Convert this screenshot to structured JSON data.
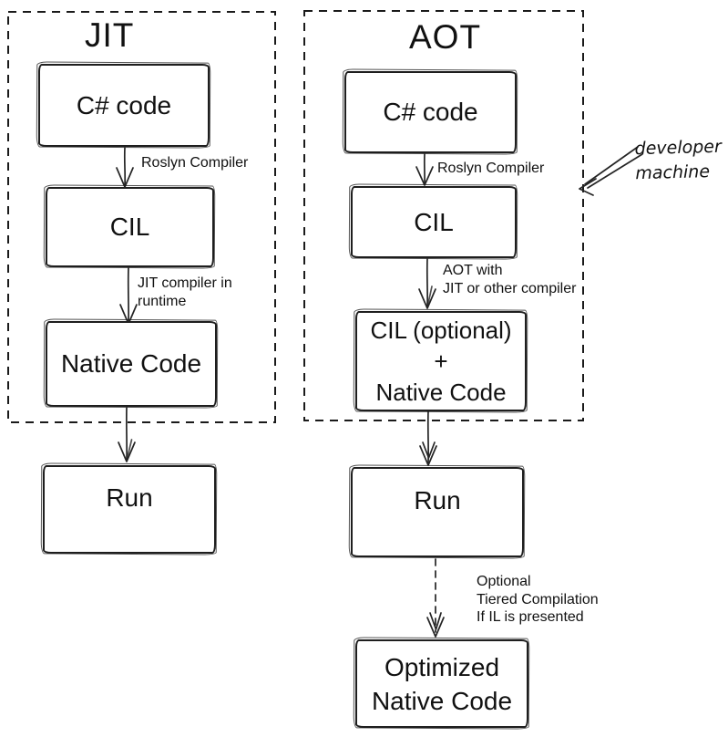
{
  "colors": {
    "ink": "#1a1a1a",
    "background": "#ffffff"
  },
  "jit": {
    "title": "JIT",
    "csharp_box": "C# code",
    "cil_box": "CIL",
    "native_box": "Native Code",
    "run_box": "Run",
    "label_roslyn": "Roslyn Compiler",
    "label_jit_runtime": "JIT compiler in\nruntime"
  },
  "aot": {
    "title": "AOT",
    "csharp_box": "C# code",
    "cil_box": "CIL",
    "cil_native_box": "CIL (optional)\n+\nNative Code",
    "run_box": "Run",
    "optimized_box": "Optimized\nNative Code",
    "label_roslyn": "Roslyn Compiler",
    "label_aot_with": "AOT with\nJIT or other compiler",
    "label_optional": "Optional\nTiered Compilation\nIf IL is presented"
  },
  "annotation": {
    "developer_machine": "developer\nmachine"
  }
}
